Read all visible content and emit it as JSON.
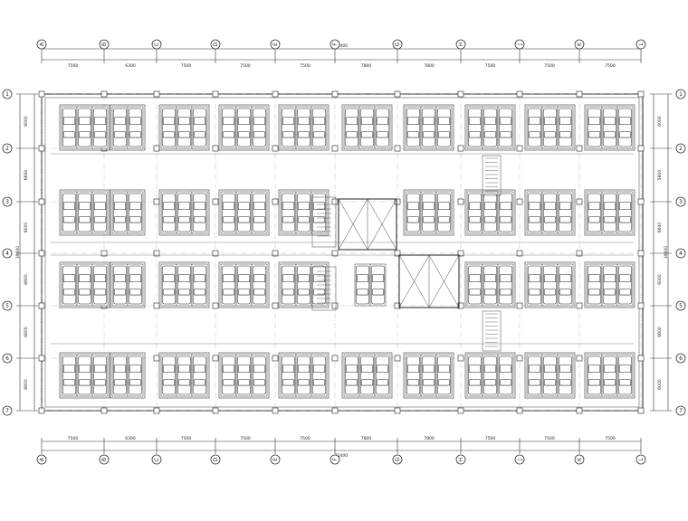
{
  "axes_x": [
    "A",
    "B",
    "C",
    "D",
    "E",
    "F",
    "G",
    "H",
    "J",
    "K",
    "L"
  ],
  "axes_y": [
    "1",
    "2",
    "3",
    "4",
    "5",
    "6",
    "7"
  ],
  "dims_x": [
    "7500",
    "6300",
    "7500",
    "7500",
    "7500",
    "7800",
    "7800",
    "7500",
    "7500",
    "7500"
  ],
  "total_x": "71400",
  "dims_y_left": [
    "6000",
    "6600",
    "8000",
    "6600",
    "6600",
    "6600"
  ],
  "total_y_left": "39600",
  "dims_y_right": [
    "6000",
    "5800",
    "6600",
    "6000",
    "6600",
    "6000"
  ],
  "total_y_right": "39600"
}
